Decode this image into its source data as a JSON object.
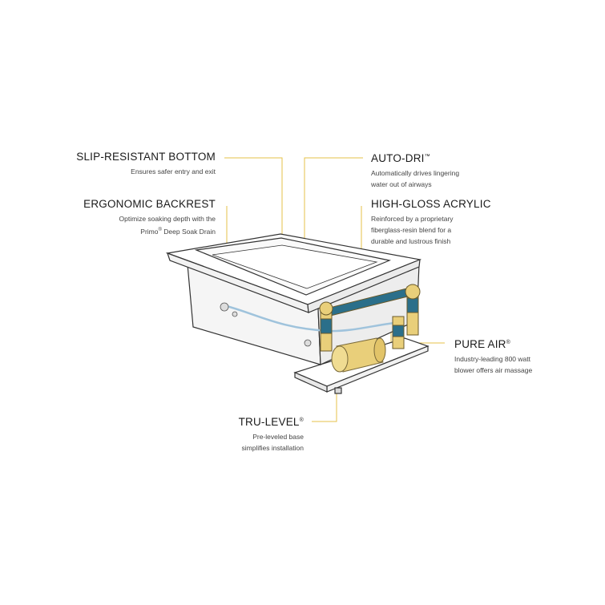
{
  "features": {
    "slip_resistant_bottom": {
      "title": "SLIP-RESISTANT BOTTOM",
      "desc": "Ensures safer entry and exit"
    },
    "ergonomic_backrest": {
      "title": "ERGONOMIC BACKREST",
      "desc_line1": "Optimize soaking depth with the",
      "desc_line2_pre": "Primo",
      "desc_line2_mark": "®",
      "desc_line2_post": " Deep Soak Drain"
    },
    "auto_dri": {
      "title": "AUTO-DRI",
      "mark": "™",
      "desc_line1": "Automatically drives lingering",
      "desc_line2": "water out of airways"
    },
    "high_gloss_acrylic": {
      "title": "HIGH-GLOSS ACRYLIC",
      "desc_line1": "Reinforced by a proprietary",
      "desc_line2": "fiberglass-resin blend for a",
      "desc_line3": "durable and lustrous finish"
    },
    "pure_air": {
      "title": "PURE AIR",
      "mark": "®",
      "desc_line1": "Industry-leading 800 watt",
      "desc_line2": "blower offers air massage"
    },
    "tru_level": {
      "title": "TRU-LEVEL",
      "mark": "®",
      "desc_line1": "Pre-leveled base",
      "desc_line2": "simplifies installation"
    }
  },
  "colors": {
    "callout_line": "#e6c24a",
    "pipe_gold": "#e9cf7a",
    "pipe_blue": "#2b6f8a",
    "tub_outline": "#333333",
    "air_line": "#9fc3dc"
  }
}
